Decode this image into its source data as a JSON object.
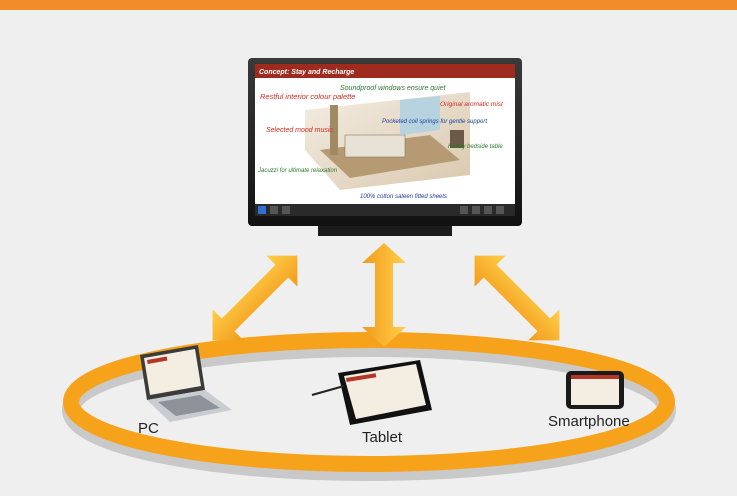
{
  "screen": {
    "banner_title": "Concept: Stay and Recharge",
    "notes": {
      "n1": "Restful interior colour palette",
      "n2": "Soundproof windows ensure quiet",
      "n3": "Original aromatic mist",
      "n4": "Selected mood music",
      "n5": "Pocketed coil springs for gentle support",
      "n6": "Handy bedside table",
      "n7": "Jacuzzi for ultimate relaxation",
      "n8": "100% cotton sateen fitted sheets"
    }
  },
  "devices": {
    "pc": "PC",
    "tablet": "Tablet",
    "smartphone": "Smartphone"
  },
  "colors": {
    "accent_orange": "#f28c28",
    "arrow_yellow": "#f5a623",
    "ring_orange": "#f7a21b",
    "banner_red": "#9e2b1e"
  }
}
